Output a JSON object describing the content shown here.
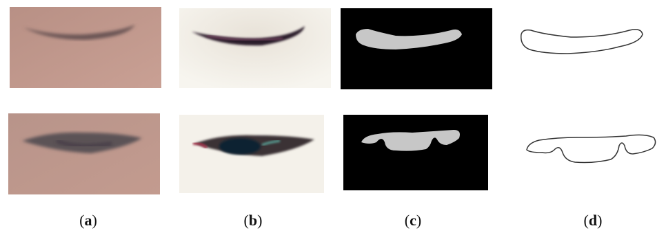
{
  "captions": [
    {
      "open": "(",
      "letter": "a",
      "close": ")"
    },
    {
      "open": "(",
      "letter": "b",
      "close": ")"
    },
    {
      "open": "(",
      "letter": "c",
      "close": ")"
    },
    {
      "open": "(",
      "letter": "d",
      "close": ")"
    }
  ],
  "colors": {
    "skin_top": "#c49a8e",
    "skin_bottom": "#b48a7d",
    "enhanced_bg": "#f4f1ea",
    "mask_bg": "#000000",
    "mask_fill": "#c7c7c7",
    "contour_stroke": "#333333"
  }
}
